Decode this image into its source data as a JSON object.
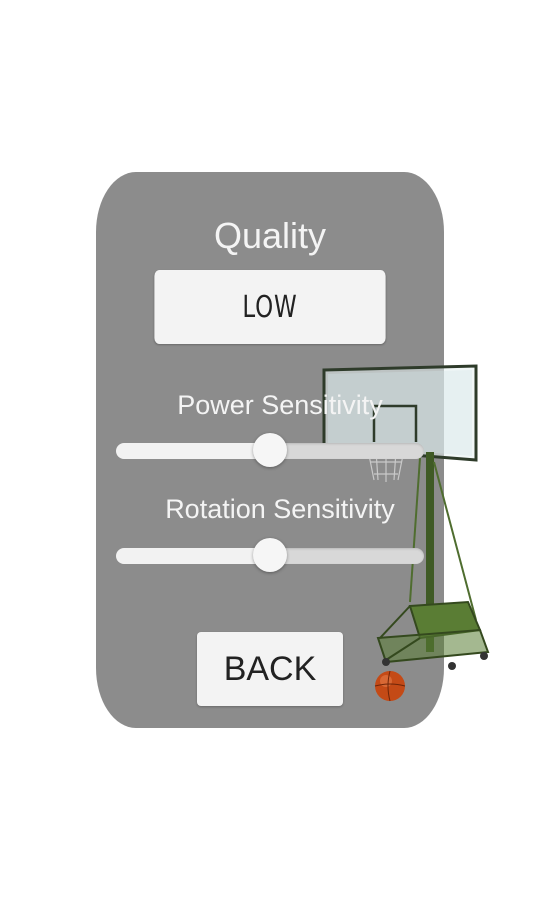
{
  "settings": {
    "quality_label": "Quality",
    "quality_value": "LOW",
    "power_label": "Power Sensitivity",
    "power_value": 0.5,
    "rotation_label": "Rotation Sensitivity",
    "rotation_value": 0.5,
    "back_label": "BACK"
  },
  "scene": {
    "hoop": "basketball-hoop-icon",
    "ball": "basketball-icon"
  },
  "colors": {
    "panel": "#8c8c8c",
    "button": "#f3f3f3",
    "hoop_frame": "#3f5a25",
    "ball": "#c44a16"
  }
}
